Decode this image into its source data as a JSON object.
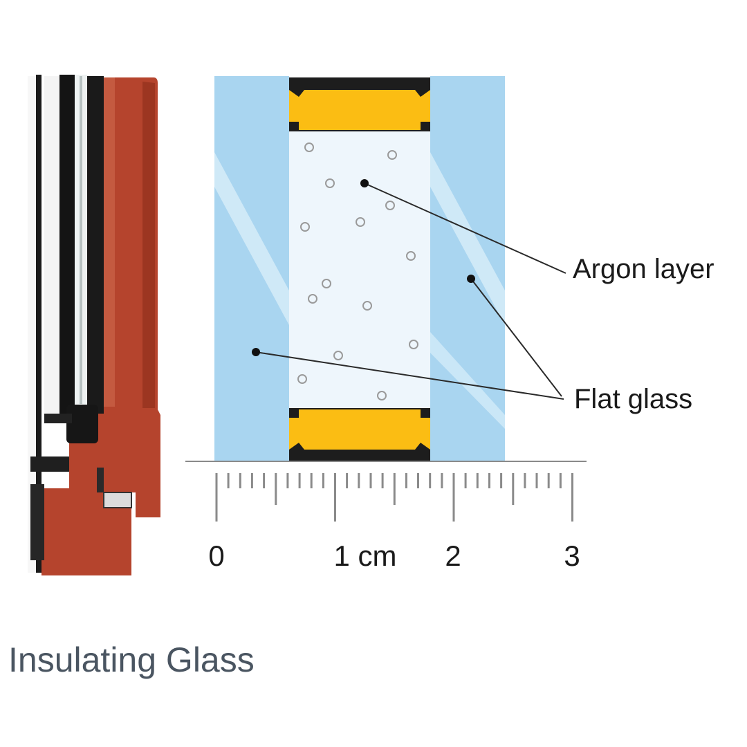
{
  "labels": {
    "argon_layer": "Argon layer",
    "flat_glass": "Flat glass"
  },
  "ruler": {
    "tick_labels": [
      "0",
      "1 cm",
      "2",
      "3"
    ]
  },
  "caption": "Insulating Glass",
  "colors": {
    "glass": "#a9d5f0",
    "glass_light": "#d8eef9",
    "gas_gap": "#eef6fc",
    "spacer_yellow": "#fbbd13",
    "spacer_black": "#1d1d1d",
    "frame_wood": "#b5442d",
    "frame_wood_dark": "#8c2f1f",
    "ruler": "#8a8a8a",
    "text": "#1a1a1a",
    "caption_text": "#4a5561"
  }
}
